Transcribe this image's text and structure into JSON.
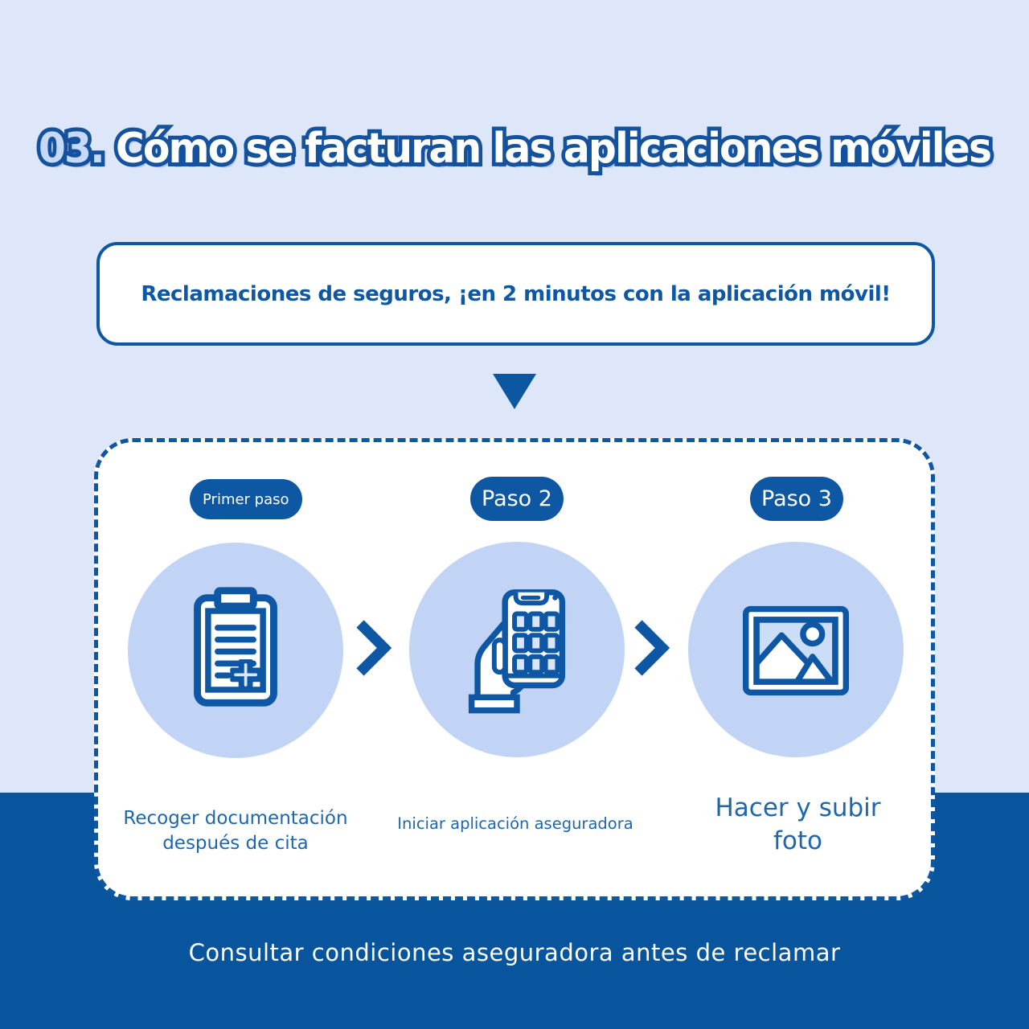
{
  "title": {
    "number": "03.",
    "text": " Cómo se facturan las aplicaciones móviles"
  },
  "banner": {
    "text": "Reclamaciones de seguros, ¡en 2 minutos con la aplicación móvil!"
  },
  "steps": [
    {
      "badge": "Primer paso",
      "caption": "Recoger documentación después de cita",
      "icon": "clipboard-document-icon"
    },
    {
      "badge": "Paso 2",
      "caption": "Iniciar aplicación aseguradora",
      "icon": "hand-holding-phone-icon"
    },
    {
      "badge": "Paso 3",
      "caption": "Hacer y subir foto",
      "icon": "photo-image-icon"
    }
  ],
  "footer": {
    "text": "Consultar condiciones aseguradora antes de reclamar"
  },
  "colors": {
    "background_light": "#dde7f9",
    "primary_blue": "#0d57a4",
    "title_outline": "#15529e",
    "title_number_fill": "#c6d9f8",
    "pill_background": "#0e57a3",
    "circle_background": "#c2d4f6",
    "caption_text": "#1e66ae",
    "footer_background": "#08559d",
    "footer_text": "#ffffff",
    "icon_tile_fill": "#d9e5fa"
  }
}
